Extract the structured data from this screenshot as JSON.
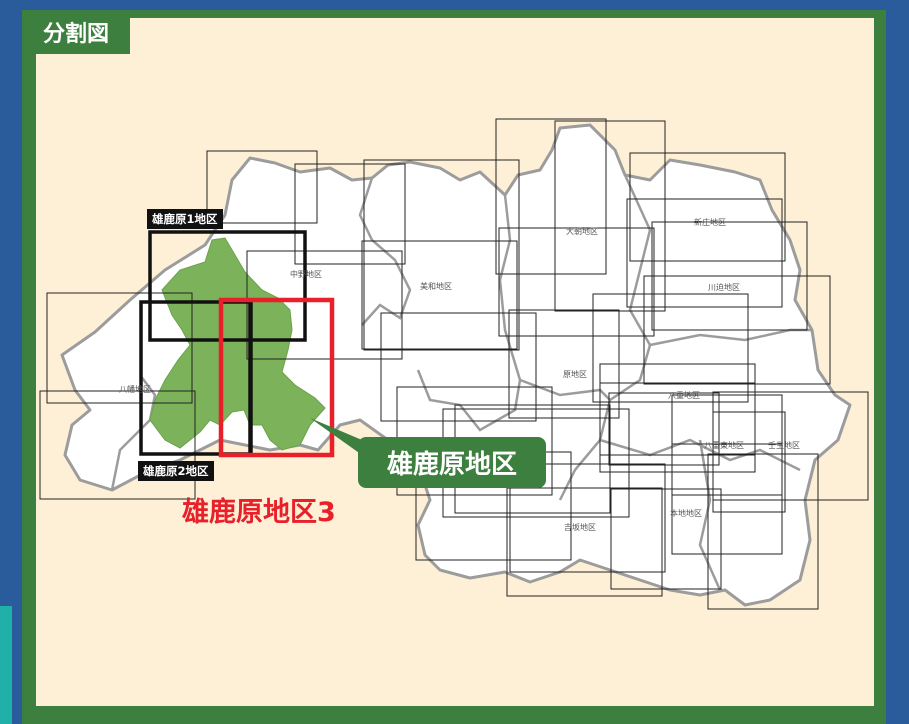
{
  "title": "分割図",
  "colors": {
    "background_blue": "#2a5b9b",
    "frame_green": "#3c7f3f",
    "panel_cream": "#fdf0d6",
    "highlight_green": "#7cb35a",
    "highlight_red": "#e8202a",
    "district_fill": "#ffffff",
    "district_border": "#999999"
  },
  "labels": {
    "sheet1": "雄鹿原1地区",
    "sheet2": "雄鹿原2地区",
    "sheet3": "雄鹿原地区3",
    "callout": "雄鹿原地区"
  },
  "districts": [
    {
      "id": "hachiman",
      "name": "八幡地区"
    },
    {
      "id": "nakano",
      "name": "中野地区"
    },
    {
      "id": "miwa",
      "name": "美和地区"
    },
    {
      "id": "oasa",
      "name": "大朝地区"
    },
    {
      "id": "shinjo",
      "name": "新庄地区"
    },
    {
      "id": "kawado",
      "name": "川迫地区"
    },
    {
      "id": "hara",
      "name": "原地区"
    },
    {
      "id": "yae",
      "name": "八重地区"
    },
    {
      "id": "yaehigashi",
      "name": "八重東地区"
    },
    {
      "id": "mibu",
      "name": "壬生地区"
    },
    {
      "id": "moto",
      "name": "本地地区"
    },
    {
      "id": "yoshisaka",
      "name": "吉坂地区"
    }
  ]
}
